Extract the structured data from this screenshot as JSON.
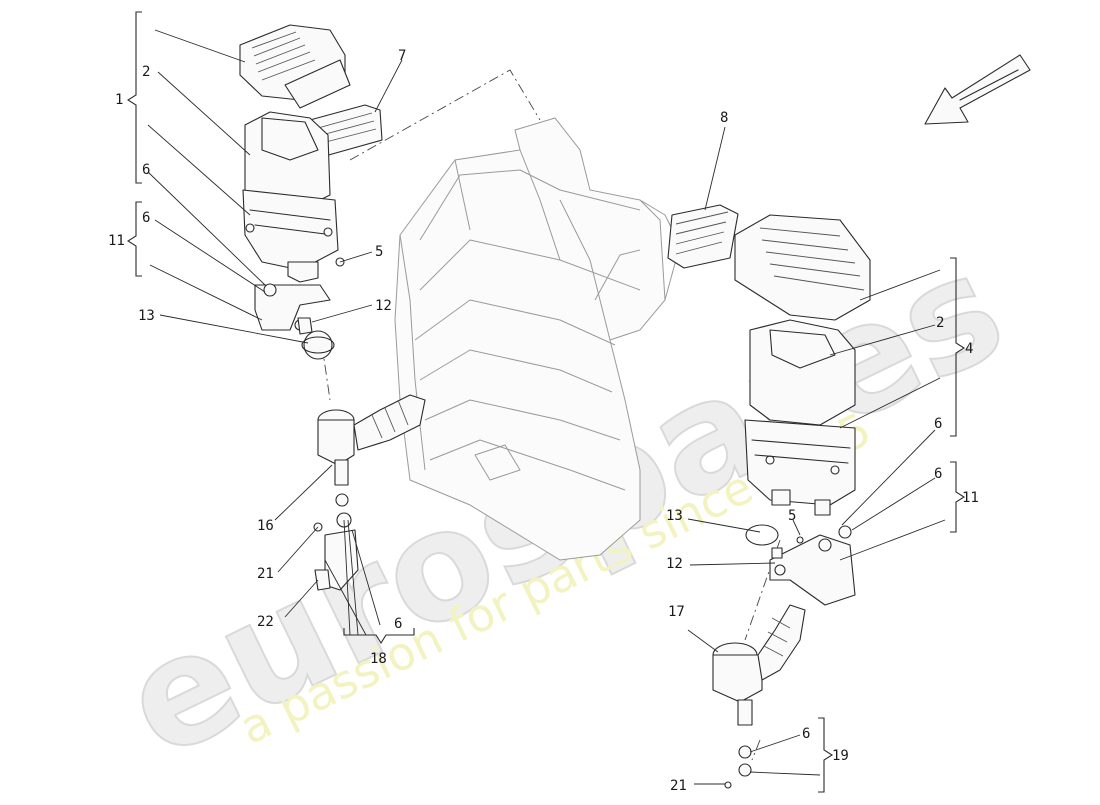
{
  "watermark": {
    "logo": "eurospares",
    "tagline": "a passion for parts since 1985"
  },
  "callouts": {
    "n1": "1",
    "n2_left": "2",
    "n7": "7",
    "n6_left_a": "6",
    "n6_left_b": "6",
    "n11_left": "11",
    "n5_left": "5",
    "n12_left": "12",
    "n13_left": "13",
    "n8": "8",
    "n16": "16",
    "n21_left": "21",
    "n22": "22",
    "n6_bottom_left": "6",
    "n18": "18",
    "n2_right": "2",
    "n4": "4",
    "n6_right_a": "6",
    "n6_right_b": "6",
    "n11_right": "11",
    "n13_right": "13",
    "n5_right": "5",
    "n12_right": "12",
    "n17": "17",
    "n6_bottom_right": "6",
    "n19": "19",
    "n21_right": "21"
  },
  "icons": {
    "direction_arrow": "arrow-down-left-icon"
  }
}
